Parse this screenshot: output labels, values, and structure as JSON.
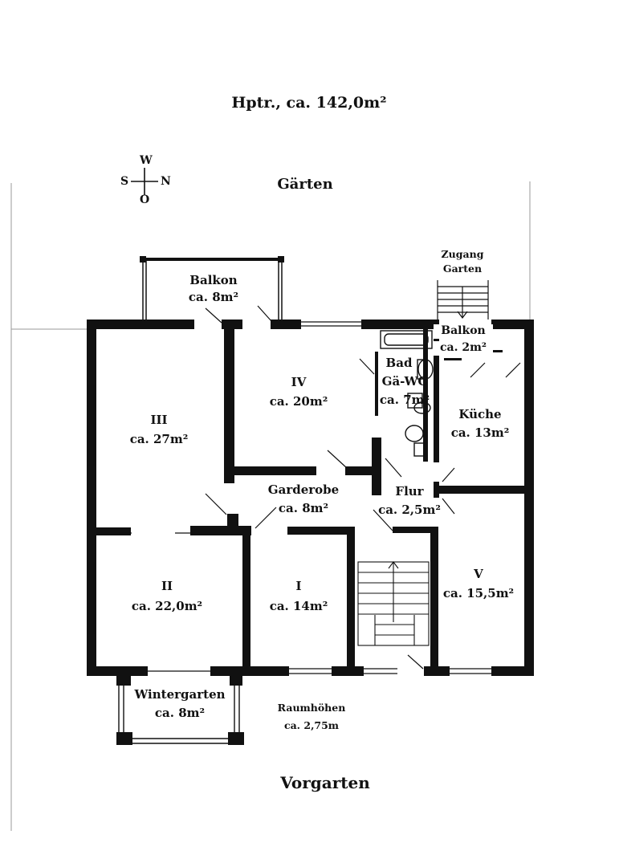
{
  "header": {
    "title": "Hptr., ca. 142,0m²"
  },
  "compass": {
    "north": "N",
    "south": "S",
    "west": "W",
    "east": "O"
  },
  "outside": {
    "back": "Gärten",
    "front": "Vorgarten",
    "access_line1": "Zugang",
    "access_line2": "Garten"
  },
  "rooms": {
    "balkon_west": {
      "name": "Balkon",
      "area": "ca. 8m²"
    },
    "balkon_east": {
      "name": "Balkon",
      "area": "ca. 2m²"
    },
    "iii": {
      "name": "III",
      "area": "ca. 27m²"
    },
    "iv": {
      "name": "IV",
      "area": "ca. 20m²"
    },
    "bad": {
      "name1": "Bad",
      "name2": "Gä-WC",
      "area": "ca. 7m²"
    },
    "kueche": {
      "name": "Küche",
      "area": "ca. 13m²"
    },
    "garderobe": {
      "name": "Garderobe",
      "area": "ca. 8m²"
    },
    "flur": {
      "name": "Flur",
      "area": "ca. 2,5m²"
    },
    "ii": {
      "name": "II",
      "area": "ca. 22,0m²"
    },
    "i": {
      "name": "I",
      "area": "ca. 14m²"
    },
    "v": {
      "name": "V",
      "area": "ca. 15,5m²"
    },
    "wintergarten": {
      "name": "Wintergarten",
      "area": "ca. 8m²"
    }
  },
  "notes": {
    "heights_line1": "Raumhöhen",
    "heights_line2": "ca. 2,75m"
  }
}
